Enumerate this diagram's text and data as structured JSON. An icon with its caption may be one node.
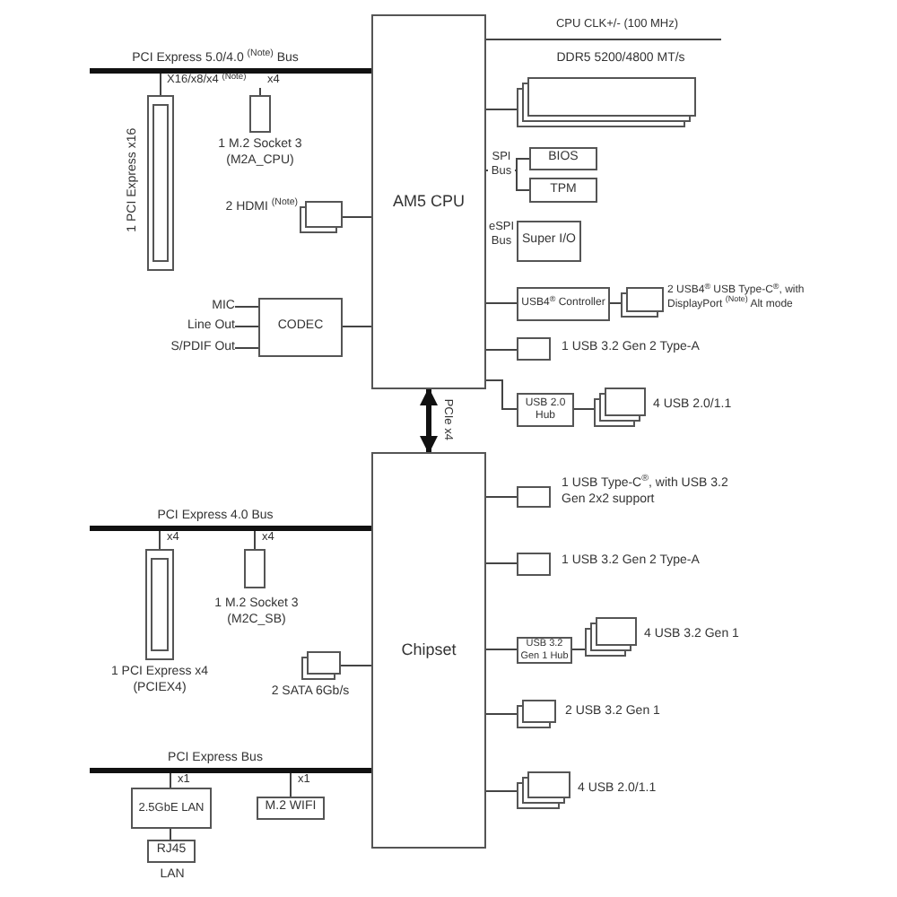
{
  "diagram": {
    "nodes": [
      {
        "text": [
          "AM5 CPU"
        ]
      },
      {
        "text": [
          "Chipset"
        ]
      },
      {
        "text": [
          "PCI Express 5.0/4.0 $^{(Note)}$ Bus"
        ]
      },
      {
        "text": [],
        "shape": "bar",
        "beside": [
          "1 PCI Express x16"
        ]
      },
      {
        "text": [],
        "shape": "box",
        "beside": [
          "1 M.2 Socket 3 (M2A_CPU)"
        ]
      },
      {
        "text": [],
        "shape": "box",
        "beside": [
          "2 HDMI $^{(Note)}$"
        ]
      },
      {
        "text": [
          "CODEC"
        ]
      },
      {
        "text": [
          "MIC"
        ]
      },
      {
        "text": [
          "Line Out"
        ]
      },
      {
        "text": [
          "S/PDIF Out"
        ]
      },
      {
        "text": [],
        "shape": "box",
        "beside": [
          "DDR5 5200/4800 MT/s"
        ]
      },
      {
        "text": [
          "BIOS"
        ]
      },
      {
        "text": [
          "TPM"
        ]
      },
      {
        "text": [
          "Super I/O"
        ]
      },
      {
        "text": [
          "USB4$^{®}$ Controller"
        ]
      },
      {
        "text": [],
        "shape": "box",
        "beside": [
          "2 USB4$^{®}$ USB Type-C$^{®}$, with DisplayPort $^{(Note)}$ Alt mode"
        ]
      },
      {
        "text": [],
        "shape": "box",
        "beside": [
          "1 USB 3.2 Gen 2 Type-A"
        ]
      },
      {
        "text": [
          "USB 2.0 Hub"
        ]
      },
      {
        "text": [],
        "shape": "box",
        "beside": [
          "4 USB 2.0/1.1"
        ]
      },
      {
        "text": [
          "PCI Express 4.0 Bus"
        ]
      },
      {
        "text": [],
        "shape": "bar",
        "beside": [
          "1 PCI Express x4 (PCIEX4)"
        ]
      },
      {
        "text": [],
        "shape": "box",
        "beside": [
          "1 M.2 Socket 3 (M2C_SB)"
        ]
      },
      {
        "text": [],
        "shape": "box",
        "beside": [
          "2 SATA 6Gb/s"
        ]
      },
      {
        "text": [
          "PCI Express Bus"
        ]
      },
      {
        "text": [
          "2.5GbE LAN"
        ]
      },
      {
        "text": [
          "RJ45"
        ],
        "beside": [
          "LAN"
        ]
      },
      {
        "text": [
          "M.2 WIFI"
        ]
      },
      {
        "text": [],
        "shape": "box",
        "beside": [
          "1 USB Type-C$^{®}$, with USB 3.2 Gen 2x2 support"
        ]
      },
      {
        "text": [],
        "shape": "box",
        "beside": [
          "1 USB 3.2 Gen 2 Type-A"
        ]
      },
      {
        "text": [
          "USB 3.2 Gen 1 Hub"
        ]
      },
      {
        "text": [],
        "shape": "box",
        "beside": [
          "4 USB 3.2 Gen 1"
        ]
      },
      {
        "text": [],
        "shape": "box",
        "beside": [
          "2 USB 3.2 Gen 1"
        ]
      },
      {
        "text": [],
        "shape": "box",
        "beside": [
          "4 USB 2.0/1.1"
        ]
      }
    ],
    "edges": [
      {
        "from": 0,
        "to": 1,
        "arrow": "both",
        "label": "PCIe x4",
        "style": "thick"
      },
      {
        "from": 2,
        "to": 0,
        "arrow": "none",
        "style": "thick"
      },
      {
        "from": 2,
        "to": 3,
        "arrow": "none",
        "label": "X16/x8/x4 $^{(Note)}$"
      },
      {
        "from": 2,
        "to": 4,
        "arrow": "none",
        "label": "x4"
      },
      {
        "from": 0,
        "to": 5,
        "arrow": "none"
      },
      {
        "from": 0,
        "to": 6,
        "arrow": "none"
      },
      {
        "from": 7,
        "to": 6,
        "arrow": "none"
      },
      {
        "from": 8,
        "to": 6,
        "arrow": "none"
      },
      {
        "from": 9,
        "to": 6,
        "arrow": "none"
      },
      {
        "from": 0,
        "to": null,
        "arrow": "none",
        "label": "CPU CLK+/- (100 MHz)"
      },
      {
        "from": 0,
        "to": 10,
        "arrow": "none"
      },
      {
        "from": 0,
        "to": 11,
        "arrow": "none",
        "label": "SPI Bus"
      },
      {
        "from": 0,
        "to": 12,
        "arrow": "none"
      },
      {
        "from": 0,
        "to": 13,
        "arrow": "none",
        "label": "eSPI Bus"
      },
      {
        "from": 0,
        "to": 14,
        "arrow": "none"
      },
      {
        "from": 14,
        "to": 15,
        "arrow": "none"
      },
      {
        "from": 0,
        "to": 16,
        "arrow": "none"
      },
      {
        "from": 0,
        "to": 17,
        "arrow": "none"
      },
      {
        "from": 17,
        "to": 18,
        "arrow": "none"
      },
      {
        "from": 1,
        "to": 19,
        "arrow": "none",
        "style": "thick"
      },
      {
        "from": 19,
        "to": 20,
        "arrow": "none",
        "label": "x4"
      },
      {
        "from": 19,
        "to": 21,
        "arrow": "none",
        "label": "x4"
      },
      {
        "from": 1,
        "to": 22,
        "arrow": "none"
      },
      {
        "from": 1,
        "to": 23,
        "arrow": "none",
        "style": "thick"
      },
      {
        "from": 23,
        "to": 24,
        "arrow": "none",
        "label": "x1"
      },
      {
        "from": 24,
        "to": 25,
        "arrow": "none"
      },
      {
        "from": 23,
        "to": 26,
        "arrow": "none",
        "label": "x1"
      },
      {
        "from": 1,
        "to": 27,
        "arrow": "none"
      },
      {
        "from": 1,
        "to": 28,
        "arrow": "none"
      },
      {
        "from": 1,
        "to": 29,
        "arrow": "none"
      },
      {
        "from": 29,
        "to": 30,
        "arrow": "none"
      },
      {
        "from": 1,
        "to": 31,
        "arrow": "none"
      },
      {
        "from": 1,
        "to": 32,
        "arrow": "none"
      }
    ]
  }
}
